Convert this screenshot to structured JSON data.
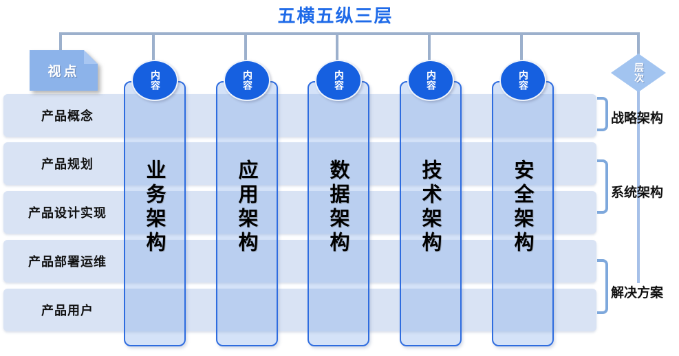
{
  "title": "五横五纵三层",
  "viewpoint": {
    "label": "视点"
  },
  "rows": [
    {
      "label": "产品概念"
    },
    {
      "label": "产品规划"
    },
    {
      "label": "产品设计实现"
    },
    {
      "label": "产品部署运维"
    },
    {
      "label": "产品用户"
    }
  ],
  "columns": [
    {
      "badge": "内容",
      "name": "业务架构"
    },
    {
      "badge": "内容",
      "name": "应用架构"
    },
    {
      "badge": "内容",
      "name": "数据架构"
    },
    {
      "badge": "内容",
      "name": "技术架构"
    },
    {
      "badge": "内容",
      "name": "安全架构"
    }
  ],
  "hierarchy": {
    "label": "层次",
    "groups": [
      {
        "label": "战略架构"
      },
      {
        "label": "系统架构"
      },
      {
        "label": "解决方案"
      }
    ]
  },
  "colors": {
    "title_color": "#1e6ae8",
    "connector": "#9cb0cc",
    "light_line": "#a6c0e8",
    "row_fill": "#d9e3f4",
    "col_border": "#2e6cdf",
    "badge_fill": "#1660e0",
    "viewpoint_fill": "#8cb3ea",
    "diamond_fill": "#a2c4f0",
    "bracket": "#7ea8dc"
  }
}
